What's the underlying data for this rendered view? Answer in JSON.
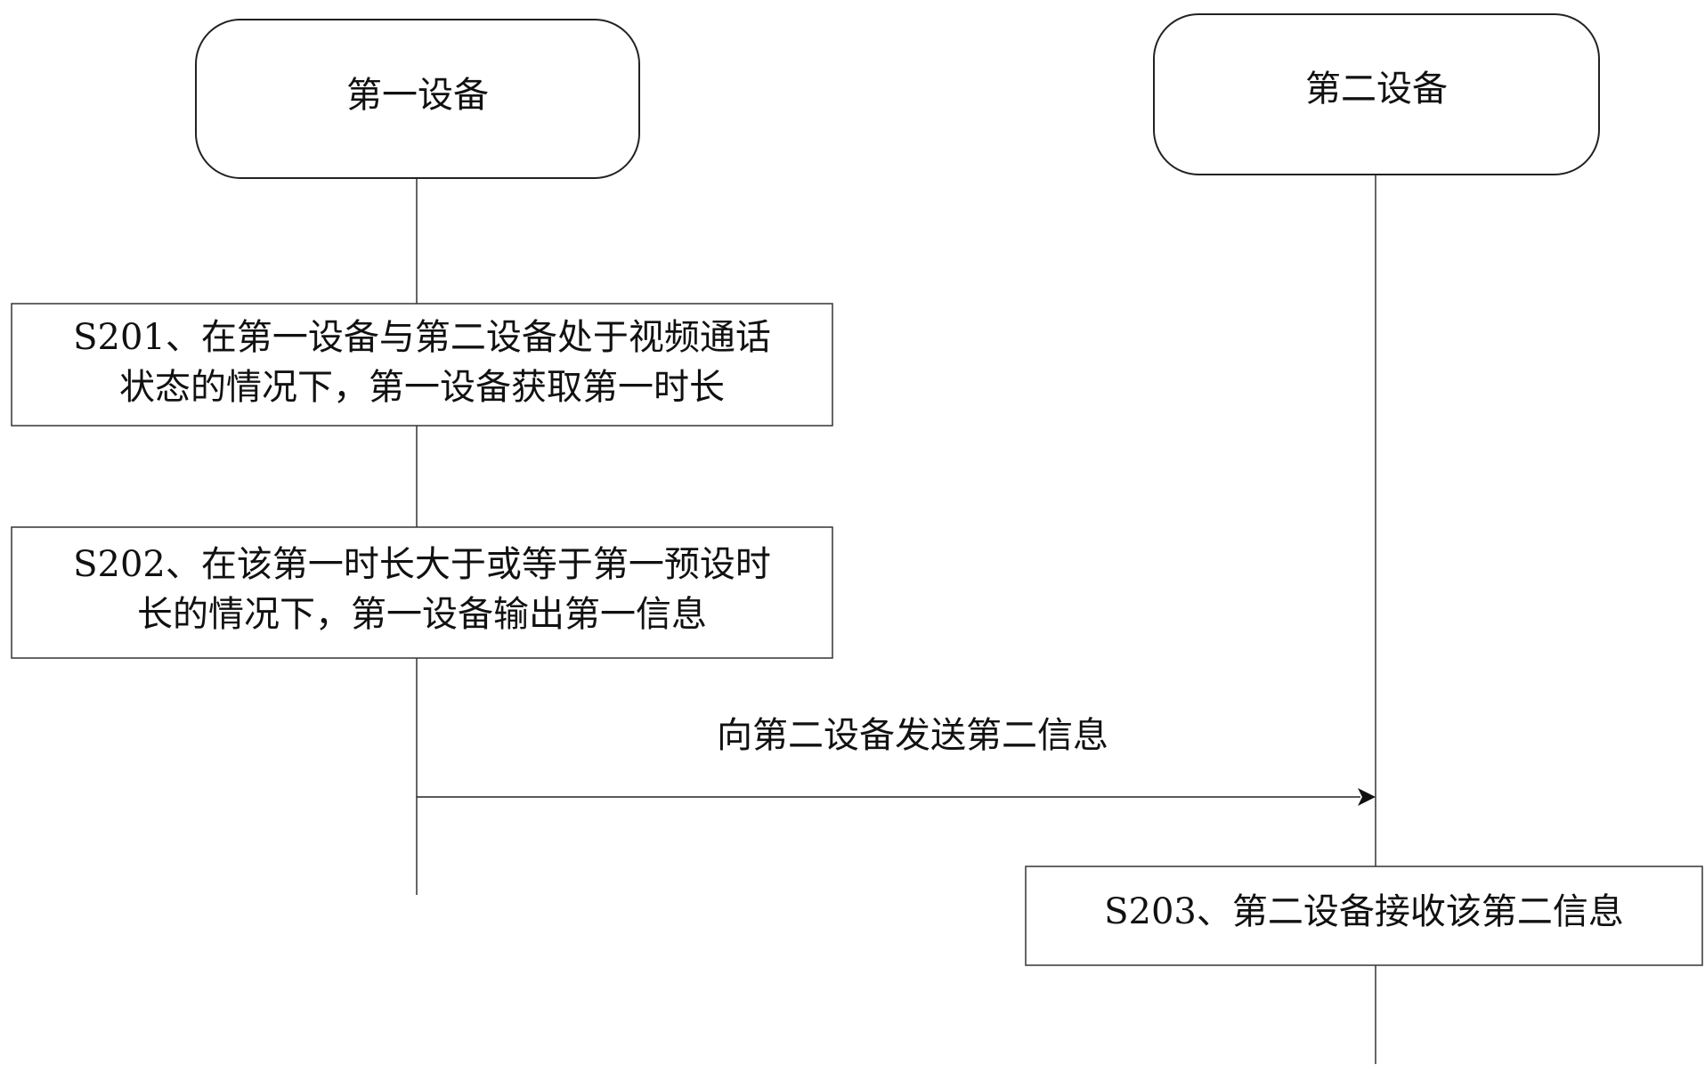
{
  "actors": {
    "first_device": "第一设备",
    "second_device": "第二设备"
  },
  "steps": {
    "s201": {
      "line1": "S201、在第一设备与第二设备处于视频通话",
      "line2": "状态的情况下，第一设备获取第一时长"
    },
    "s202": {
      "line1": "S202、在该第一时长大于或等于第一预设时",
      "line2": "长的情况下，第一设备输出第一信息"
    },
    "s203": {
      "line1": "S203、第二设备接收该第二信息"
    }
  },
  "messages": {
    "send_second_info": "向第二设备发送第二信息"
  }
}
